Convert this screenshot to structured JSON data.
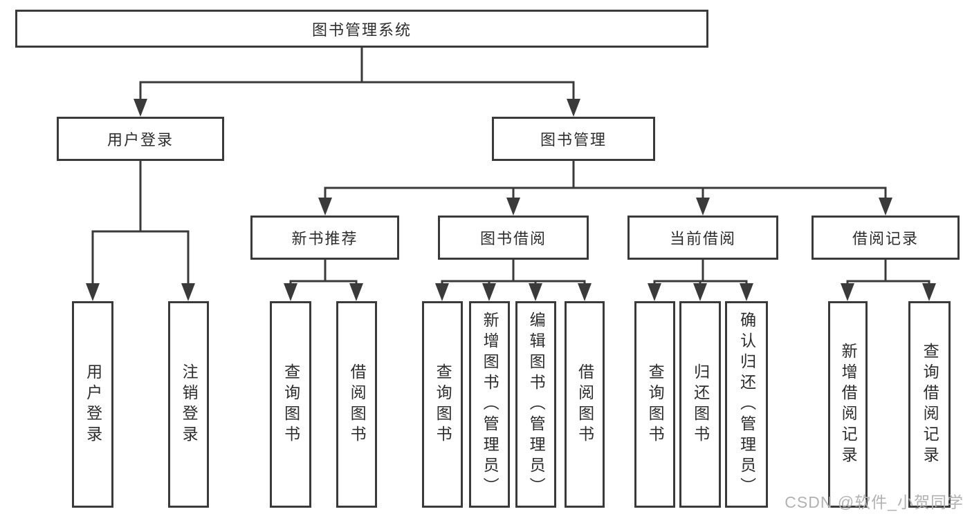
{
  "diagram": {
    "root": {
      "label": "图书管理系统"
    },
    "branches": [
      {
        "label": "用户登录",
        "children": [
          {
            "label": "用户登录"
          },
          {
            "label": "注销登录"
          }
        ]
      },
      {
        "label": "图书管理",
        "children": [
          {
            "label": "新书推荐",
            "children": [
              {
                "label": "查询图书"
              },
              {
                "label": "借阅图书"
              }
            ]
          },
          {
            "label": "图书借阅",
            "children": [
              {
                "label": "查询图书"
              },
              {
                "label": "新增图书（管理员）"
              },
              {
                "label": "编辑图书（管理员）"
              },
              {
                "label": "借阅图书"
              }
            ]
          },
          {
            "label": "当前借阅",
            "children": [
              {
                "label": "查询图书"
              },
              {
                "label": "归还图书"
              },
              {
                "label": "确认归还（管理员）"
              }
            ]
          },
          {
            "label": "借阅记录",
            "children": [
              {
                "label": "新增借阅记录"
              },
              {
                "label": "查询借阅记录"
              }
            ]
          }
        ]
      }
    ],
    "colors": {
      "line": "#3a3a3a",
      "text": "#2d2d2d",
      "box_bg": "#ffffff",
      "watermark": "#b2b2b2"
    }
  },
  "watermark": {
    "text": "CSDN @软件_小贺同学"
  }
}
